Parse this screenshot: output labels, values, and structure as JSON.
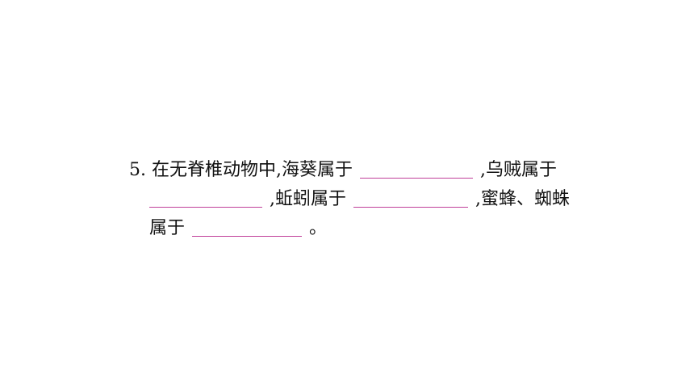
{
  "question": {
    "number": "5.",
    "line1": {
      "text_a": "在无脊椎动物中,海葵属于",
      "text_b": ",乌贼属于"
    },
    "line2": {
      "text_a": ",蚯蚓属于",
      "text_b": ",蜜蜂、蜘蛛"
    },
    "line3": {
      "text_a": "属于",
      "text_b": "。"
    },
    "blank_color": "#c0409a"
  }
}
